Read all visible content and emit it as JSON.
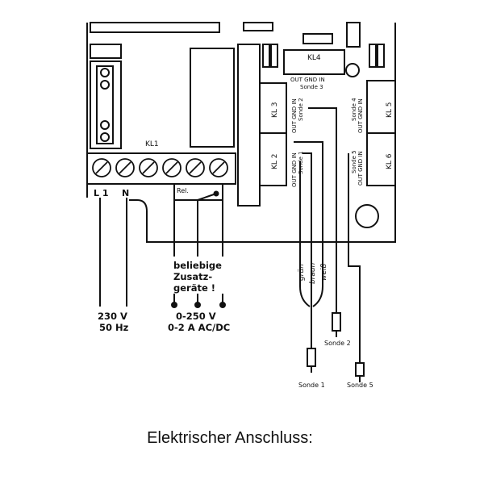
{
  "terminals": {
    "kl1": "KL1",
    "kl2": "KL 2",
    "kl3": "KL 3",
    "kl4": "KL4",
    "kl5": "KL 5",
    "kl6": "KL 6"
  },
  "pins": {
    "out_gnd_in": "OUT GND IN",
    "out": "OUT",
    "gnd": "GND",
    "in": "IN"
  },
  "sensors": {
    "s1": "Sonde 1",
    "s2": "Sonde 2",
    "s3": "Sonde 3",
    "s4": "Sonde 4",
    "s5": "Sonde 5"
  },
  "mains": {
    "l1": "L 1",
    "n": "N",
    "voltage": "230 V",
    "freq": "50 Hz"
  },
  "relay": {
    "label": "Rel.",
    "note1": "beliebige",
    "note2": "Zusatz-",
    "note3": "geräte !",
    "rating1": "0-250 V",
    "rating2": "0-2 A  AC/DC"
  },
  "wires": {
    "green": "grün",
    "brown": "braun",
    "white": "weiß"
  },
  "caption": "Elektrischer Anschluss:"
}
